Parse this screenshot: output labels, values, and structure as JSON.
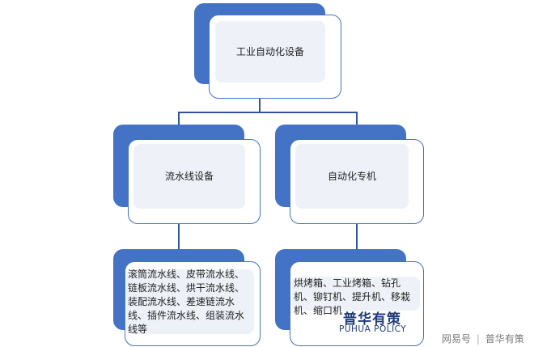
{
  "diagram": {
    "root": "工业自动化设备",
    "children": [
      {
        "label": "流水线设备",
        "detail": "滚筒流水线、皮带流水线、链板流水线、烘干流水线、装配流水线、差速链流水线、插件流水线、组装流水线等"
      },
      {
        "label": "自动化专机",
        "detail": "烘烤箱、工业烤箱、钻孔机、铆钉机、提升机、移栽机、缩口机"
      }
    ]
  },
  "watermark": {
    "cn": "普华有策",
    "en": "PUHUA POLICY"
  },
  "footer": {
    "platform": "网易号",
    "separator": "|",
    "account": "普华有策"
  },
  "colors": {
    "accent": "#4472c4",
    "connector": "#2e5597",
    "box_fill": "#eef2f8"
  }
}
